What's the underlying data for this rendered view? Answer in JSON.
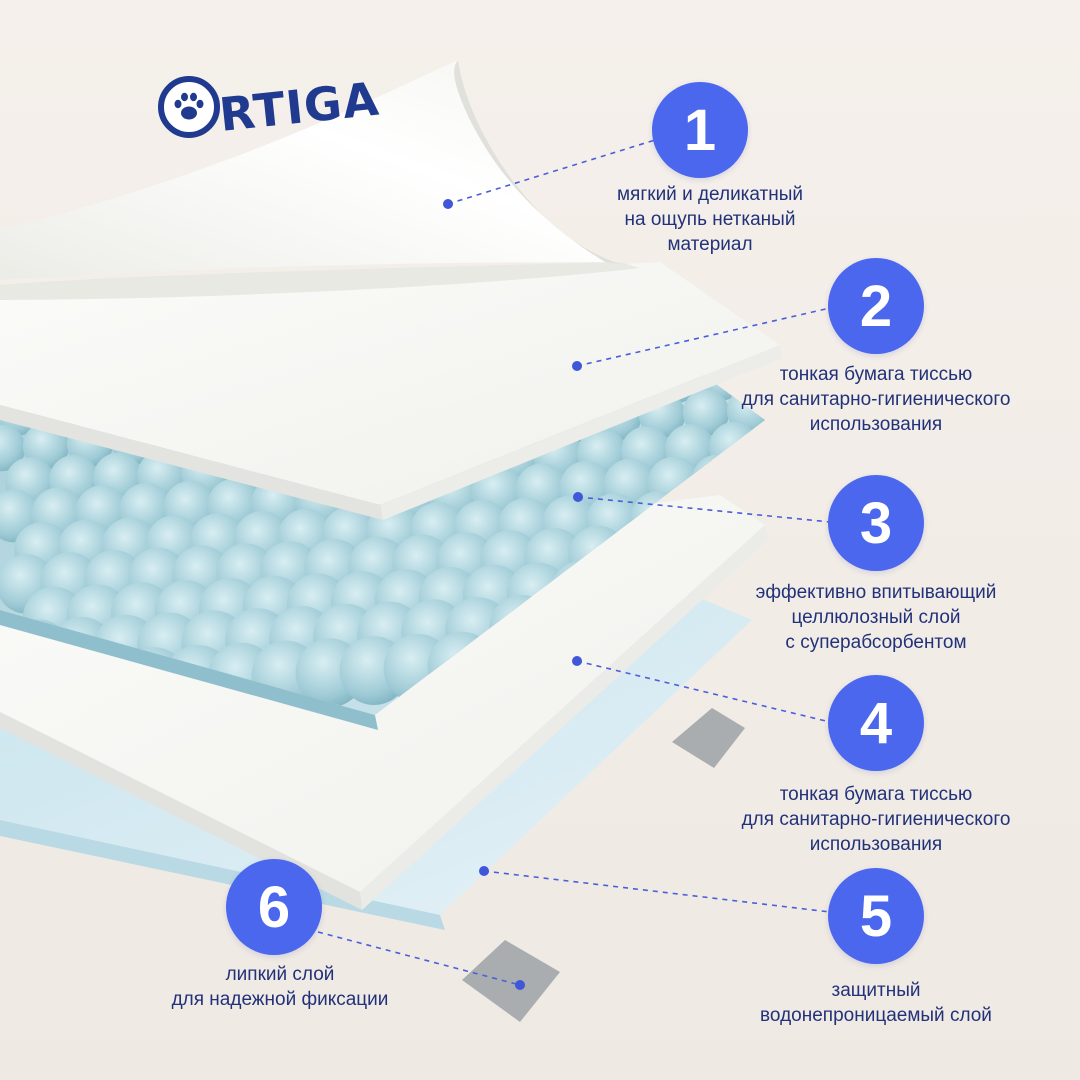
{
  "brand": {
    "logo_text": "RTIGA",
    "logo_icon": "paw-icon",
    "color": "#203a8f"
  },
  "colors": {
    "badge": "#4a67ee",
    "caption": "#22327a",
    "leader": "#4a5fdc",
    "background": "#f3eee9"
  },
  "layers": [
    {
      "number": "1",
      "caption": "мягкий и деликатный\nна ощупь нетканый\nматериал"
    },
    {
      "number": "2",
      "caption": "тонкая бумага тиссью\nдля санитарно-гигиенического\nиспользования"
    },
    {
      "number": "3",
      "caption": "эффективно впитывающий\nцеллюлозный слой\nс суперабсорбентом"
    },
    {
      "number": "4",
      "caption": "тонкая бумага тиссью\nдля санитарно-гигиенического\nиспользования"
    },
    {
      "number": "5",
      "caption": "защитный\nводонепроницаемый слой"
    },
    {
      "number": "6",
      "caption": "липкий слой\nдля надежной фиксации"
    }
  ]
}
